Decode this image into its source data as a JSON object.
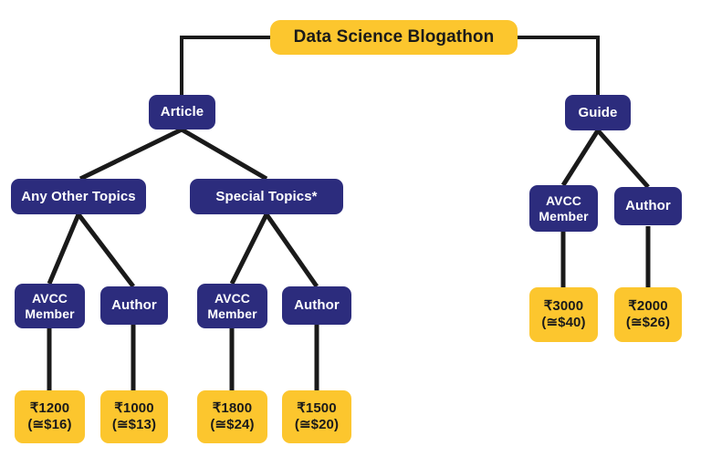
{
  "diagram": {
    "title": "Data Science Blogathon",
    "type": "tree",
    "colors": {
      "node_blue": "#2c2c7d",
      "node_yellow": "#fcc62e",
      "edge": "#1a1a1a",
      "background": "#ffffff",
      "blue_text": "#ffffff",
      "yellow_text": "#1a1a1a"
    },
    "root": {
      "label": "Data Science Blogathon"
    },
    "branches": {
      "article": {
        "label": "Article"
      },
      "guide": {
        "label": "Guide"
      }
    },
    "categories": {
      "any_other_topics": {
        "label": "Any Other Topics"
      },
      "special_topics": {
        "label": "Special Topics*"
      }
    },
    "roles": {
      "avcc_member_line1": "AVCC",
      "avcc_member_line2": "Member",
      "author": "Author"
    },
    "prices": [
      {
        "id": "any-other-avcc",
        "inr": "₹1200",
        "usd": "(≅$16)"
      },
      {
        "id": "any-other-author",
        "inr": "₹1000",
        "usd": "(≅$13)"
      },
      {
        "id": "special-avcc",
        "inr": "₹1800",
        "usd": "(≅$24)"
      },
      {
        "id": "special-author",
        "inr": "₹1500",
        "usd": "(≅$20)"
      },
      {
        "id": "guide-avcc",
        "inr": "₹3000",
        "usd": "(≅$40)"
      },
      {
        "id": "guide-author",
        "inr": "₹2000",
        "usd": "(≅$26)"
      }
    ]
  }
}
